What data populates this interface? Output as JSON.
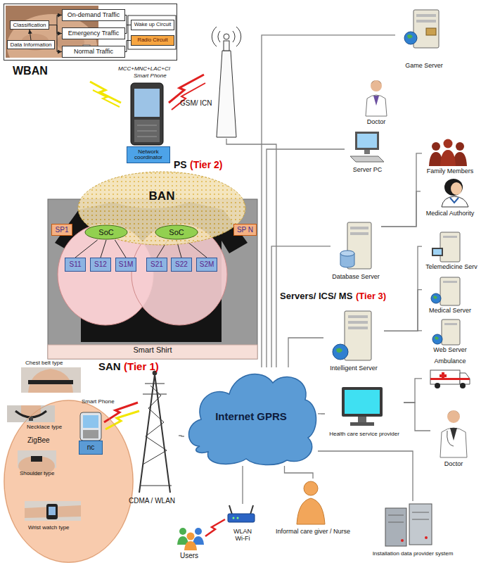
{
  "diagram": {
    "nodes": [
      {
        "text": [
          "WBAN"
        ]
      },
      {
        "text": [
          "Classification"
        ],
        "in": 0
      },
      {
        "text": [
          "Data Information"
        ],
        "in": 0
      },
      {
        "text": [
          "On-demand Traffic"
        ],
        "in": 0
      },
      {
        "text": [
          "Emergency Traffic"
        ],
        "in": 0
      },
      {
        "text": [
          "Normal Traffic"
        ],
        "in": 0
      },
      {
        "text": [
          "Wake up Circuit"
        ],
        "in": 0
      },
      {
        "text": [
          "Radio Circuit"
        ],
        "in": 0
      },
      {
        "text": [
          "Game Server"
        ]
      },
      {
        "text": [
          "Network coordinator"
        ]
      },
      {
        "text": [
          "GSM/ ICN"
        ]
      },
      {
        "text": [
          "Doctor"
        ]
      },
      {
        "text": [
          "Server PC"
        ]
      },
      {
        "text": [
          "Family Members"
        ]
      },
      {
        "text": [
          "BAN"
        ]
      },
      {
        "text": [
          "SoC"
        ],
        "in": 14
      },
      {
        "text": [
          "SoC"
        ],
        "in": 14
      },
      {
        "text": [
          "Medical Authority"
        ]
      },
      {
        "text": [
          "Smart Shirt"
        ]
      },
      {
        "text": [
          "SP1"
        ],
        "in": 18
      },
      {
        "text": [
          "SP N"
        ],
        "in": 18
      },
      {
        "text": [
          "S11"
        ],
        "in": 18
      },
      {
        "text": [
          "S12"
        ],
        "in": 18
      },
      {
        "text": [
          "S1M"
        ],
        "in": 18
      },
      {
        "text": [
          "S21"
        ],
        "in": 18
      },
      {
        "text": [
          "S22"
        ],
        "in": 18
      },
      {
        "text": [
          "S2M"
        ],
        "in": 18
      },
      {
        "text": [
          "Database Server"
        ]
      },
      {
        "text": [
          "Telemedicine Serv"
        ]
      },
      {
        "text": [
          "Medical Server"
        ]
      },
      {
        "text": [
          "Web Server"
        ]
      },
      {
        "text": [
          "Intelligent Server"
        ]
      },
      {
        "text": [
          "ZigBee"
        ]
      },
      {
        "text": [
          "nc"
        ],
        "in": 32
      },
      {
        "text": [
          "CDMA / WLAN"
        ]
      },
      {
        "text": [
          "Internet GPRS"
        ]
      },
      {
        "text": [
          "Ambulance"
        ]
      },
      {
        "text": [
          "Health care service provider"
        ]
      },
      {
        "text": [
          "Doctor"
        ]
      },
      {
        "text": [
          "Informal care giver / Nurse"
        ]
      },
      {
        "text": [
          "WLAN Wi-Fi"
        ]
      },
      {
        "text": [
          "Users"
        ]
      },
      {
        "text": [
          "Installation data provider system"
        ]
      }
    ],
    "edges": [
      {
        "from": 2,
        "to": 1,
        "arrow": "to"
      },
      {
        "from": 1,
        "to": 3,
        "arrow": "to"
      },
      {
        "from": 1,
        "to": 4,
        "arrow": "to"
      },
      {
        "from": 1,
        "to": 5,
        "arrow": "to"
      },
      {
        "from": 3,
        "to": 6,
        "arrow": "none"
      },
      {
        "from": 4,
        "to": 6,
        "arrow": "none"
      },
      {
        "from": 5,
        "to": 7,
        "arrow": "none"
      },
      {
        "from": 35,
        "to": 8,
        "arrow": "none"
      },
      {
        "from": 35,
        "to": 10,
        "arrow": "none"
      },
      {
        "from": 35,
        "to": 12,
        "arrow": "none"
      },
      {
        "from": 35,
        "to": 27,
        "arrow": "none"
      },
      {
        "from": 35,
        "to": 31,
        "arrow": "none"
      },
      {
        "from": 35,
        "to": 37,
        "arrow": "none"
      },
      {
        "from": 35,
        "to": 34,
        "arrow": "none"
      },
      {
        "from": 35,
        "to": 40,
        "arrow": "none"
      },
      {
        "from": 35,
        "to": 39,
        "arrow": "none"
      },
      {
        "from": 35,
        "to": 42,
        "arrow": "none"
      },
      {
        "from": 27,
        "to": 13,
        "arrow": "none"
      },
      {
        "from": 27,
        "to": 17,
        "arrow": "none"
      },
      {
        "from": 31,
        "to": 28,
        "arrow": "none"
      },
      {
        "from": 31,
        "to": 29,
        "arrow": "none"
      },
      {
        "from": 31,
        "to": 30,
        "arrow": "none"
      },
      {
        "from": 37,
        "to": 36,
        "arrow": "none"
      },
      {
        "from": 37,
        "to": 38,
        "arrow": "none"
      },
      {
        "from": 15,
        "to": 21,
        "arrow": "none"
      },
      {
        "from": 15,
        "to": 22,
        "arrow": "none"
      },
      {
        "from": 15,
        "to": 23,
        "arrow": "none"
      },
      {
        "from": 16,
        "to": 24,
        "arrow": "none"
      },
      {
        "from": 16,
        "to": 25,
        "arrow": "none"
      },
      {
        "from": 16,
        "to": 26,
        "arrow": "none"
      }
    ],
    "labels": [
      "MCC+MNC+LAC+CI",
      "Smart Phone",
      "PS",
      "(Tier 2)",
      "Servers/ ICS/ MS",
      "(Tier 3)",
      "SAN",
      "(Tier 1)",
      "Chest belt type",
      "Smart Phone",
      "Necklace type",
      "Shoulder type",
      "Wrist watch type"
    ]
  }
}
